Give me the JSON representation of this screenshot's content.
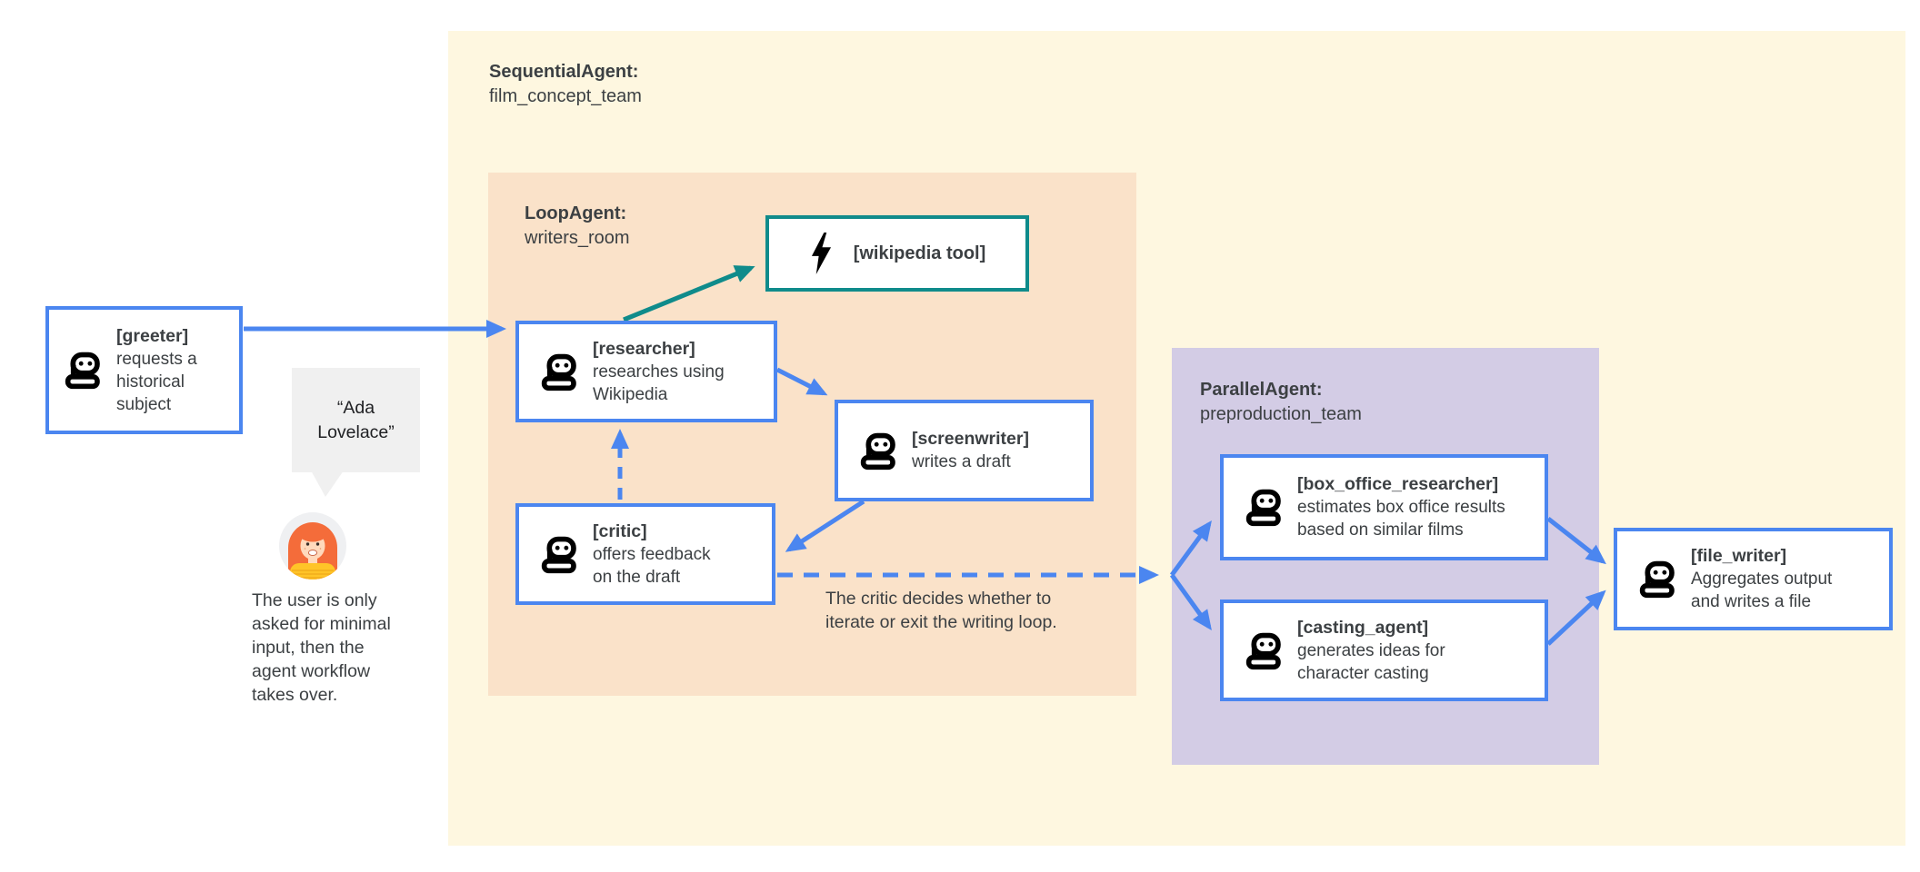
{
  "colors": {
    "blue": "#4B86F0",
    "teal": "#0F8B8B",
    "yellow": "#FEF7E0",
    "orange": "#FAE2C9",
    "purple": "#D3CCE5",
    "bubble": "#F0F0F0",
    "text": "#3C4043"
  },
  "sections": {
    "sequential_agent": {
      "title": "SequentialAgent:",
      "name": "film_concept_team"
    },
    "loop_agent": {
      "title": "LoopAgent:",
      "name": "writers_room"
    },
    "parallel_agent": {
      "title": "ParallelAgent:",
      "name": "preproduction_team"
    }
  },
  "nodes": {
    "greeter": {
      "label": "[greeter]",
      "desc": "requests a historical subject"
    },
    "researcher": {
      "label": "[researcher]",
      "desc": "researches using Wikipedia"
    },
    "wikipedia_tool": {
      "label": "[wikipedia tool]"
    },
    "screenwriter": {
      "label": "[screenwriter]",
      "desc": "writes a draft"
    },
    "critic": {
      "label": "[critic]",
      "desc": "offers feedback on the draft"
    },
    "box_office_researcher": {
      "label": "[box_office_researcher]",
      "desc": "estimates box office results based on similar films"
    },
    "casting_agent": {
      "label": "[casting_agent]",
      "desc": "generates ideas for character casting"
    },
    "file_writer": {
      "label": "[file_writer]",
      "desc": "Aggregates output and writes a file"
    }
  },
  "annotations": {
    "user_input": "“Ada Lovelace”",
    "user_note": "The user is only asked for minimal input, then the agent workflow takes over.",
    "loop_note": "The critic decides whether to iterate or exit the writing loop."
  }
}
